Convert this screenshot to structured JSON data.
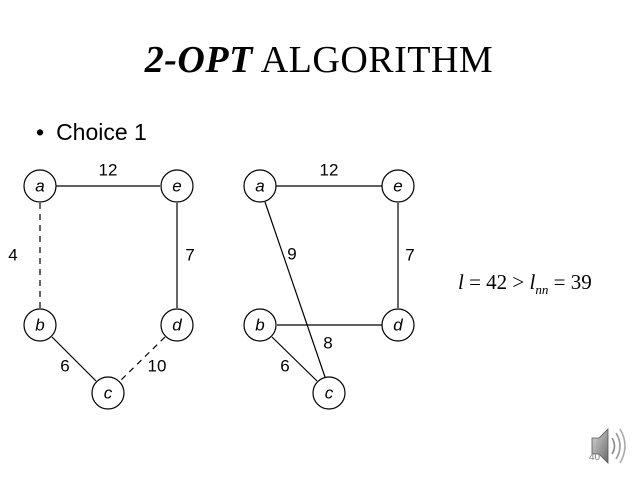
{
  "slide": {
    "title_em": "2-OPT",
    "title_rest": "ALGORITHM",
    "bullet": "Choice 1",
    "page_number": "40"
  },
  "formula": {
    "lhs_var": "l",
    "eq1": " = 42 > ",
    "rhs_var": "l",
    "rhs_sub": "nn",
    "eq2": " = 39"
  },
  "graph_left": {
    "nodes": {
      "a": "a",
      "e": "e",
      "b": "b",
      "d": "d",
      "c": "c"
    },
    "edges": {
      "ae": "12",
      "ab": "4",
      "ed": "7",
      "bc": "6",
      "dc": "10"
    },
    "dashed_edges": [
      "ab",
      "dc"
    ]
  },
  "graph_right": {
    "nodes": {
      "a": "a",
      "e": "e",
      "b": "b",
      "d": "d",
      "c": "c"
    },
    "edges": {
      "ae": "12",
      "ac": "9",
      "ed": "7",
      "bd": "8",
      "bc": "6"
    }
  },
  "colors": {
    "stroke": "#000000",
    "page_number": "#808080"
  },
  "icons": {
    "speaker": "speaker-icon"
  }
}
